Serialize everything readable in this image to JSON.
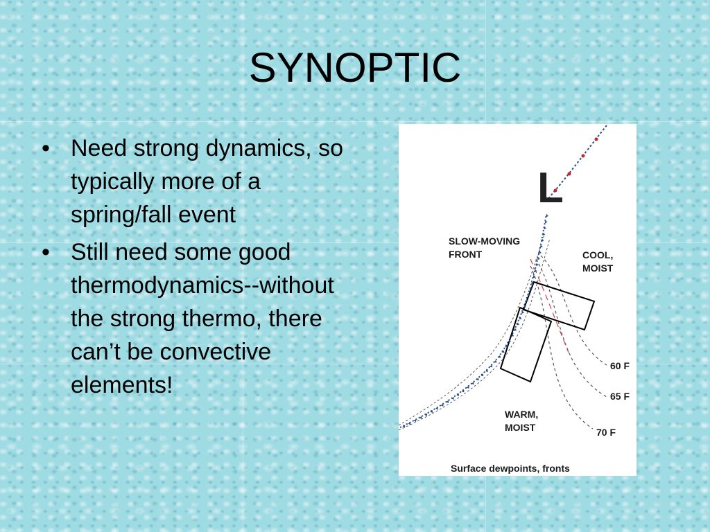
{
  "slide": {
    "title": "SYNOPTIC",
    "bullets": [
      {
        "symbol": "•",
        "text": "Need strong dynamics, so typically more of a spring/fall event"
      },
      {
        "symbol": "•",
        "text": "Still need some good thermodynamics--without the strong thermo, there can’t be convective elements!"
      }
    ]
  },
  "figure": {
    "low_label": "L",
    "front_label_line1": "SLOW-MOVING",
    "front_label_line2": "FRONT",
    "cool_line1": "COOL,",
    "cool_line2": "MOIST",
    "warm_line1": "WARM,",
    "warm_line2": "MOIST",
    "isodrosotherms": [
      "60 F",
      "65 F",
      "70 F"
    ],
    "caption": "Surface dewpoints, fronts",
    "colors": {
      "front": "#2a4f8a",
      "warm_front": "#cc2222",
      "dryline": "#cc4444",
      "contour": "#555555"
    }
  }
}
